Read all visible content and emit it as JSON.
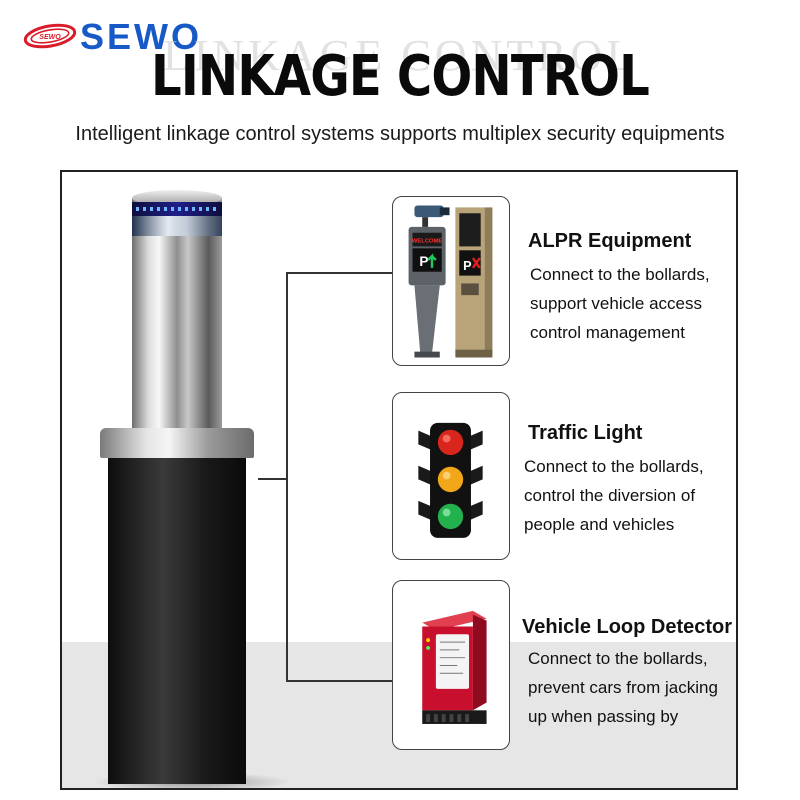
{
  "brand": {
    "name": "SEWO",
    "mark_text": "SEWO",
    "color": "#1659c7",
    "mark_color": "#d91c2a"
  },
  "header": {
    "title": "LINKAGE CONTROL",
    "ghost_title": "LINKAGE CONTROL",
    "subtitle": "Intelligent linkage control systems supports multiplex security equipments"
  },
  "alpr_screen": {
    "line1": "WELCOME",
    "line2": "P",
    "panel_letter": "P"
  },
  "features": [
    {
      "title": "ALPR Equipment",
      "desc": [
        "Connect to the bollards,",
        "support vehicle access",
        "control management"
      ],
      "icon": "alpr-camera-icon"
    },
    {
      "title": "Traffic Light",
      "desc": [
        "Connect to the bollards,",
        "control the diversion of",
        "people and vehicles"
      ],
      "icon": "traffic-light-icon"
    },
    {
      "title": "Vehicle Loop Detector",
      "desc": [
        "Connect to the bollards,",
        "prevent cars from jacking",
        "up when passing by"
      ],
      "icon": "loop-detector-icon"
    }
  ],
  "colors": {
    "red_light": "#d8261c",
    "amber_light": "#f2a619",
    "green_light": "#22b14c",
    "detector_red": "#c8102e"
  }
}
